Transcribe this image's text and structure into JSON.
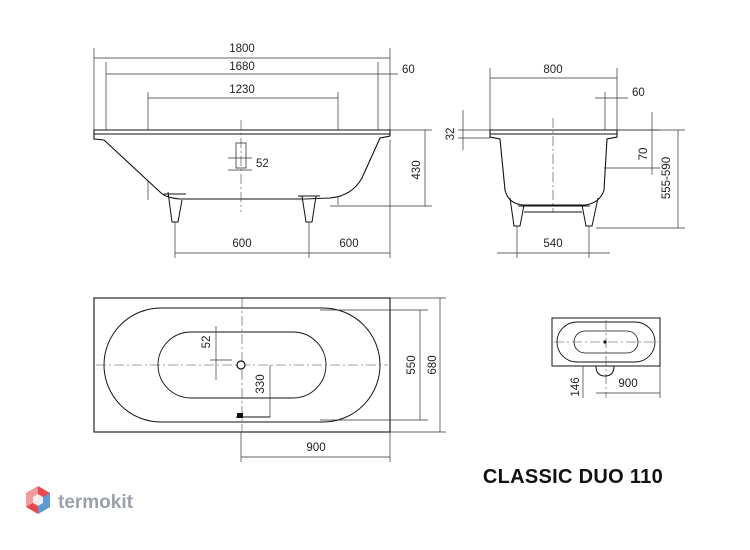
{
  "dimensions": {
    "side_overall_length": "1800",
    "side_inner_length": "1680",
    "side_rim_offset": "60",
    "side_bottom_length": "1230",
    "side_drain_height": "52",
    "side_depth": "430",
    "side_foot_left": "600",
    "side_foot_right": "600",
    "end_width": "800",
    "end_rim_offset": "60",
    "end_rim_thickness": "32",
    "end_rim_depth": "70",
    "end_height_range": "555-590",
    "end_foot_spacing": "540",
    "plan_drain_offset": "52",
    "plan_drain_to_edge": "330",
    "plan_inner_width": "550",
    "plan_outer_width": "680",
    "plan_drain_length": "900",
    "small_plan_drain": "146",
    "small_plan_length": "900"
  },
  "model_title": "CLASSIC DUO 110",
  "brand": {
    "name": "termokit",
    "logo_colors": [
      "#e8474c",
      "#f39a9d",
      "#5b9bd5"
    ]
  },
  "colors": {
    "line": "#111111",
    "text": "#222222",
    "brand_text": "#9aa1a8"
  }
}
